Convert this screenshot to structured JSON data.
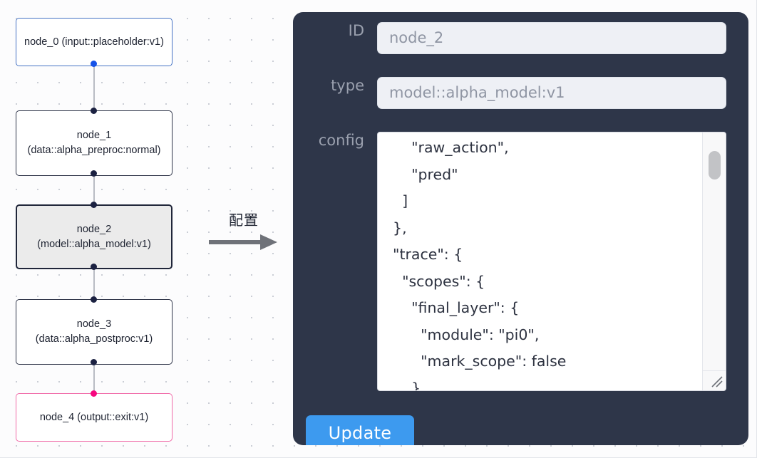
{
  "graph": {
    "nodes": [
      {
        "id": "node_0",
        "label": "node_0\n(input::placeholder:v1)",
        "kind": "input",
        "selected": false
      },
      {
        "id": "node_1",
        "label": "node_1\n(data::alpha_preproc:normal)",
        "kind": "default",
        "selected": false
      },
      {
        "id": "node_2",
        "label": "node_2\n(model::alpha_model:v1)",
        "kind": "default",
        "selected": true
      },
      {
        "id": "node_3",
        "label": "node_3\n(data::alpha_postproc:v1)",
        "kind": "default",
        "selected": false
      },
      {
        "id": "node_4",
        "label": "node_4\n(output::exit:v1)",
        "kind": "output",
        "selected": false
      }
    ],
    "colors": {
      "input_border": "#4572c4",
      "output_border": "#f06aa8",
      "default_border": "#2e3448",
      "selected_fill": "#ebebeb",
      "port_default": "#1b2141",
      "port_input": "#1552e8",
      "port_output": "#f6077f",
      "edge": "#b9bcc4"
    }
  },
  "transition": {
    "label": "配置",
    "arrow_icon": "arrow-right-icon"
  },
  "panel": {
    "background": "#2e3649",
    "fields": [
      {
        "name": "id",
        "label": "ID",
        "value": "node_2"
      },
      {
        "name": "type",
        "label": "type",
        "value": "model::alpha_model:v1"
      }
    ],
    "config": {
      "label": "config",
      "value": "      \"raw_action\",\n      \"pred\"\n    ]\n  },\n  \"trace\": {\n    \"scopes\": {\n      \"final_layer\": {\n        \"module\": \"pi0\",\n        \"mark_scope\": false\n      },\n      \"action_model\": {",
      "scrollbar": "vertical-scrollbar",
      "resize_handle": "resize-grip-icon"
    },
    "update_button": {
      "label": "Update",
      "color": "#3d9aef"
    }
  }
}
